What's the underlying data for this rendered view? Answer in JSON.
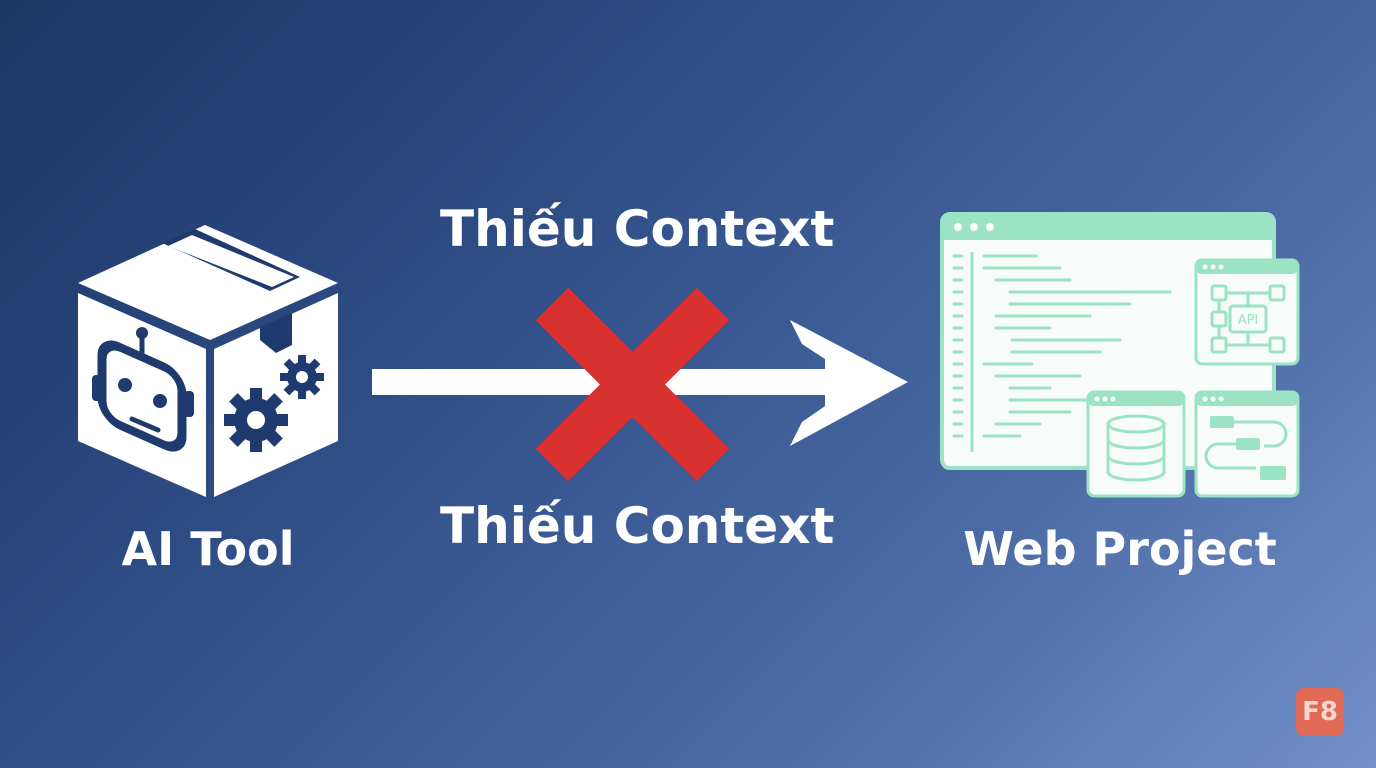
{
  "nodes": {
    "ai_tool": "AI Tool",
    "web_project": "Web Project"
  },
  "edge": {
    "label_top": "Thiếu Context",
    "label_bottom": "Thiếu Context"
  },
  "project_icons": {
    "api_label": "API"
  },
  "badge": "F8",
  "colors": {
    "accent_green": "#9be3c4",
    "cross_red": "#d93030"
  }
}
